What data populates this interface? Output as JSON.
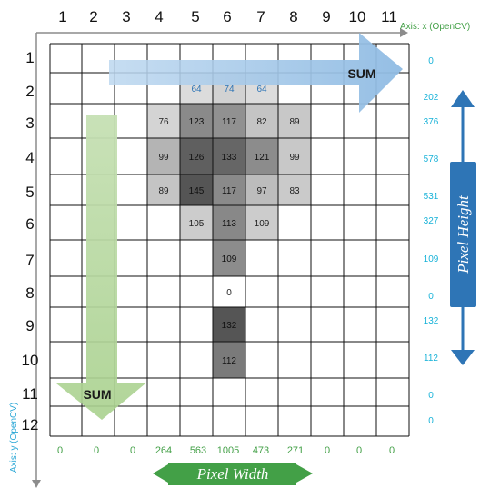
{
  "axis_x_label": "Axis: x  (OpenCV)",
  "axis_y_label": "Axis: y (OpenCV)",
  "col_labels": [
    "1",
    "2",
    "3",
    "4",
    "5",
    "6",
    "7",
    "8",
    "9",
    "10",
    "11"
  ],
  "row_labels": [
    "1",
    "2",
    "3",
    "4",
    "5",
    "6",
    "7",
    "8",
    "9",
    "10",
    "11",
    "12"
  ],
  "cells": [
    {
      "row": 2,
      "col": 5,
      "value": "64",
      "shade": "#dcdcdc",
      "text_color": "#2e75b6"
    },
    {
      "row": 2,
      "col": 6,
      "value": "74",
      "shade": "#d2d2d2",
      "text_color": "#2e75b6"
    },
    {
      "row": 2,
      "col": 7,
      "value": "64",
      "shade": "#dcdcdc",
      "text_color": "#2e75b6"
    },
    {
      "row": 3,
      "col": 4,
      "value": "76",
      "shade": "#d4d4d4",
      "text_color": "#222222"
    },
    {
      "row": 3,
      "col": 5,
      "value": "123",
      "shade": "#8a8a8a",
      "text_color": "#111111"
    },
    {
      "row": 3,
      "col": 6,
      "value": "117",
      "shade": "#919191",
      "text_color": "#111111"
    },
    {
      "row": 3,
      "col": 7,
      "value": "82",
      "shade": "#c4c4c4",
      "text_color": "#222222"
    },
    {
      "row": 3,
      "col": 8,
      "value": "89",
      "shade": "#c8c8c8",
      "text_color": "#222222"
    },
    {
      "row": 4,
      "col": 4,
      "value": "99",
      "shade": "#b4b4b4",
      "text_color": "#222222"
    },
    {
      "row": 4,
      "col": 5,
      "value": "126",
      "shade": "#5f5f5f",
      "text_color": "#111111"
    },
    {
      "row": 4,
      "col": 6,
      "value": "133",
      "shade": "#666666",
      "text_color": "#111111"
    },
    {
      "row": 4,
      "col": 7,
      "value": "121",
      "shade": "#8c8c8c",
      "text_color": "#111111"
    },
    {
      "row": 4,
      "col": 8,
      "value": "99",
      "shade": "#c8c8c8",
      "text_color": "#222222"
    },
    {
      "row": 5,
      "col": 4,
      "value": "89",
      "shade": "#c4c4c4",
      "text_color": "#222222"
    },
    {
      "row": 5,
      "col": 5,
      "value": "145",
      "shade": "#555555",
      "text_color": "#111111"
    },
    {
      "row": 5,
      "col": 6,
      "value": "117",
      "shade": "#8a8a8a",
      "text_color": "#111111"
    },
    {
      "row": 5,
      "col": 7,
      "value": "97",
      "shade": "#bcbcbc",
      "text_color": "#222222"
    },
    {
      "row": 5,
      "col": 8,
      "value": "83",
      "shade": "#cacaca",
      "text_color": "#222222"
    },
    {
      "row": 6,
      "col": 5,
      "value": "105",
      "shade": "#cccccc",
      "text_color": "#222222"
    },
    {
      "row": 6,
      "col": 6,
      "value": "113",
      "shade": "#888888",
      "text_color": "#111111"
    },
    {
      "row": 6,
      "col": 7,
      "value": "109",
      "shade": "#cccccc",
      "text_color": "#222222"
    },
    {
      "row": 7,
      "col": 6,
      "value": "109",
      "shade": "#8c8c8c",
      "text_color": "#111111"
    },
    {
      "row": 8,
      "col": 6,
      "value": "0",
      "shade": "#ffffff",
      "text_color": "#222222"
    },
    {
      "row": 9,
      "col": 6,
      "value": "132",
      "shade": "#555555",
      "text_color": "#111111"
    },
    {
      "row": 10,
      "col": 6,
      "value": "112",
      "shade": "#7a7a7a",
      "text_color": "#111111"
    }
  ],
  "row_sums": [
    "0",
    "202",
    "376",
    "578",
    "531",
    "327",
    "109",
    "0",
    "132",
    "112",
    "0",
    "0"
  ],
  "col_sums": [
    "0",
    "0",
    "0",
    "264",
    "563",
    "1005",
    "473",
    "271",
    "0",
    "0",
    "0"
  ],
  "sum_label_horizontal": "SUM",
  "sum_label_vertical": "SUM",
  "pixel_height_label": "Pixel Height",
  "pixel_width_label": "Pixel Width",
  "colors": {
    "sum_value": "#17b2d8",
    "grid_line": "#111111",
    "axis_gray": "#8c8c8c",
    "axis_label_green": "#43a047",
    "axis_label_cyan": "#2aa7d6",
    "blue_arrow": "#9dc3e6",
    "green_arrow": "#a9d18e",
    "height_arrow": "#2e75b6",
    "width_arrow": "#4caf50",
    "col_sum_text": "#43a047"
  }
}
